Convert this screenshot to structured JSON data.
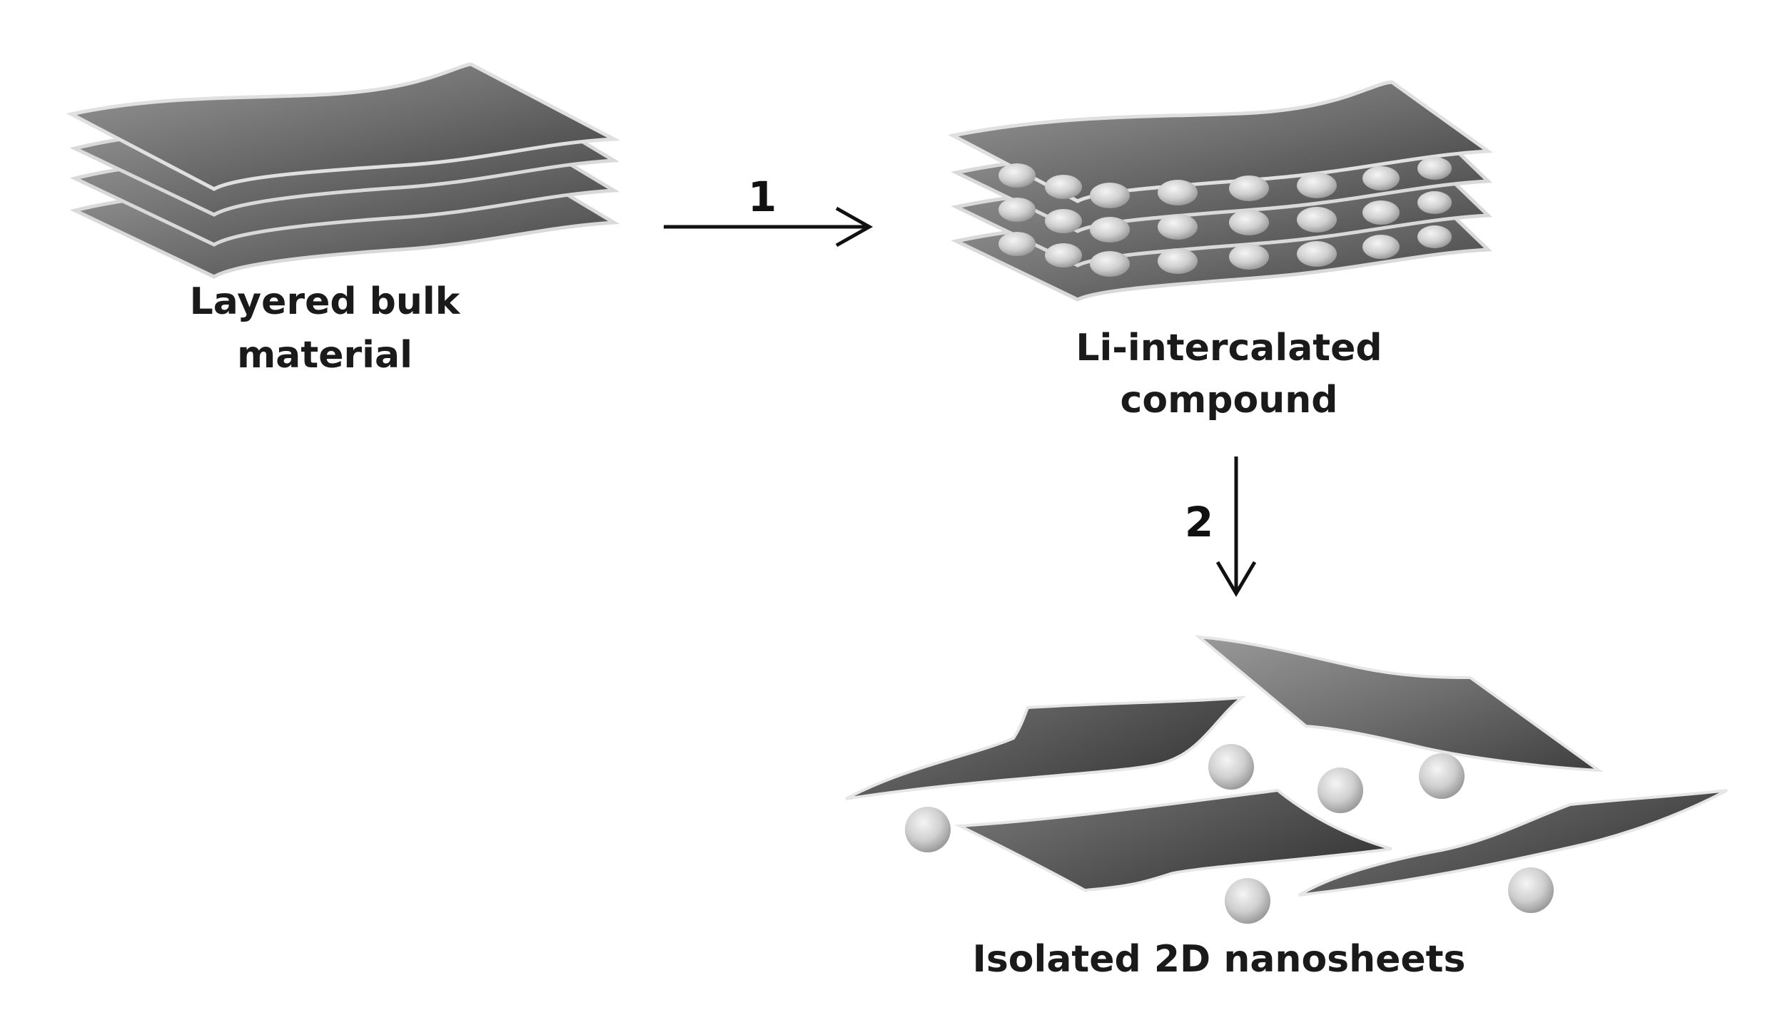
{
  "stages": {
    "bulk": {
      "line1": "Layered bulk",
      "line2": "material"
    },
    "intercalated": {
      "line1": "Li-intercalated",
      "line2": "compound"
    },
    "nanosheets": {
      "label": "Isolated 2D nanosheets"
    }
  },
  "steps": {
    "step1": "1",
    "step2": "2"
  },
  "colors": {
    "sheet_light": "#8c8c8c",
    "sheet_dark": "#4a4a4a",
    "sheet_edge": "#d9d9d9",
    "ion_light": "#f2f2f2",
    "ion_dark": "#a6a6a6",
    "arrow": "#111111",
    "text": "#1a1a1a"
  }
}
